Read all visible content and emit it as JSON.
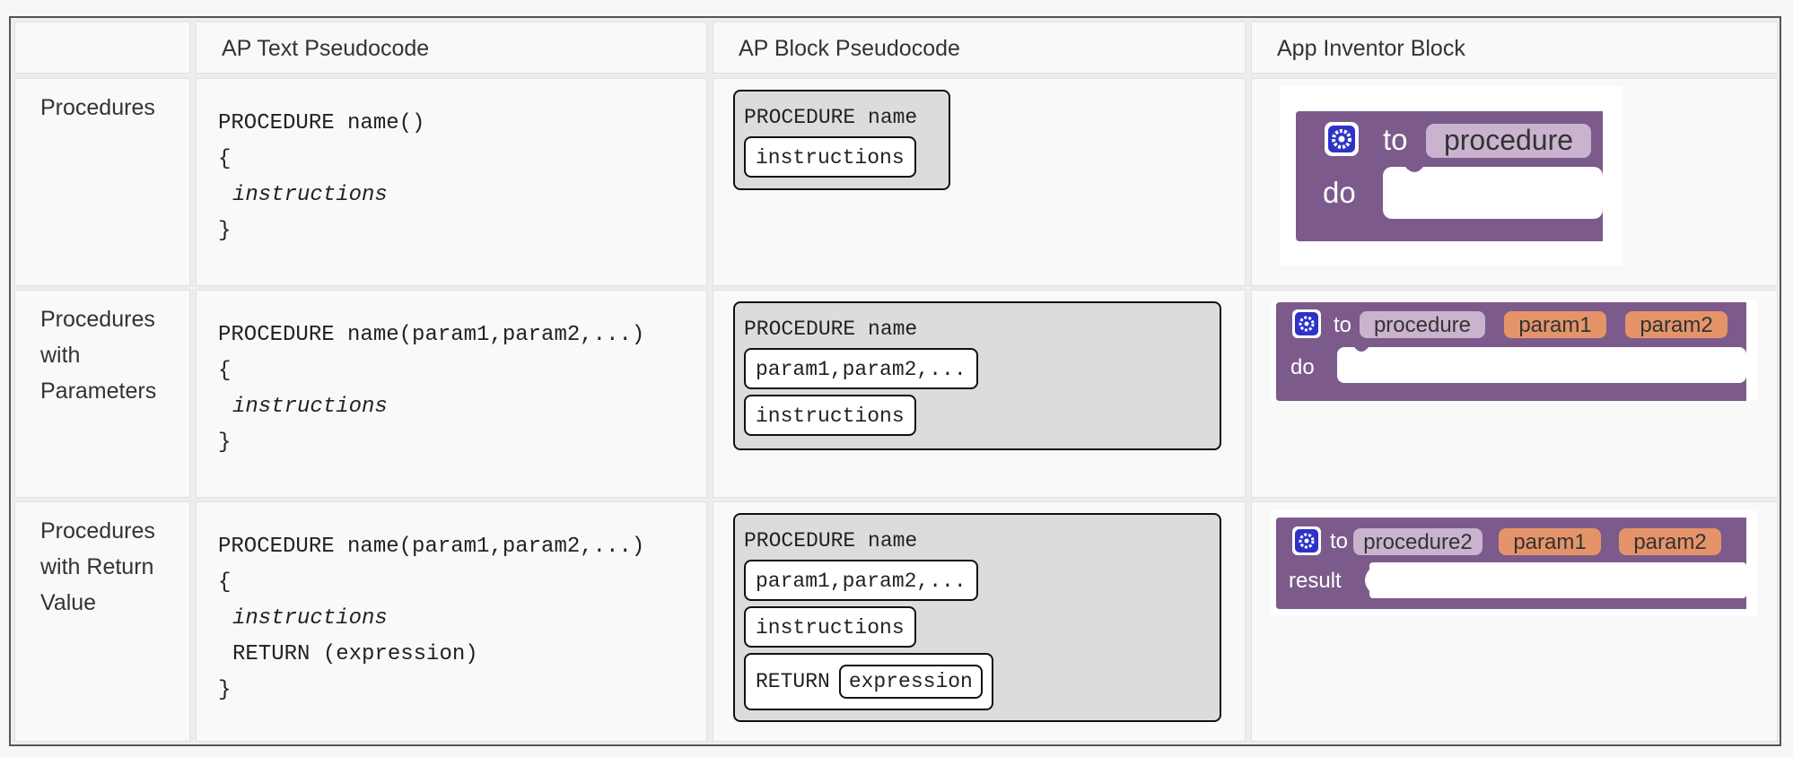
{
  "table": {
    "headers": [
      "",
      "AP Text Pseudocode",
      "AP Block Pseudocode",
      "App Inventor Block"
    ],
    "rows": [
      {
        "label_lines": [
          "Procedures"
        ],
        "text_code": [
          "PROCEDURE name()",
          "{",
          "instructions",
          "}"
        ],
        "block": {
          "head": "PROCEDURE name",
          "params": "",
          "instructions": "instructions",
          "return_kw": "",
          "return_expr": ""
        },
        "ai_block": {
          "header": "to",
          "proc_name": "procedure",
          "params": [],
          "body_label": "do"
        }
      },
      {
        "label_lines": [
          "Procedures",
          "with",
          "Parameters"
        ],
        "text_code": [
          "PROCEDURE name(param1,param2,...)",
          "{",
          "instructions",
          "}"
        ],
        "block": {
          "head": "PROCEDURE name",
          "params": "param1,param2,...",
          "instructions": "instructions",
          "return_kw": "",
          "return_expr": ""
        },
        "ai_block": {
          "header": "to",
          "proc_name": "procedure",
          "params": [
            "param1",
            "param2"
          ],
          "body_label": "do"
        }
      },
      {
        "label_lines": [
          "Procedures",
          "with Return",
          "Value"
        ],
        "text_code": [
          "PROCEDURE name(param1,param2,...)",
          "{",
          "instructions",
          "RETURN (expression)",
          "}"
        ],
        "block": {
          "head": "PROCEDURE name",
          "params": "param1,param2,...",
          "instructions": "instructions",
          "return_kw": "RETURN",
          "return_expr": "expression"
        },
        "ai_block": {
          "header": "to",
          "proc_name": "procedure2",
          "params": [
            "param1",
            "param2"
          ],
          "body_label": "result"
        }
      }
    ]
  },
  "colors": {
    "ai_block_purple": "#7c5a8b",
    "ai_param_orange": "#e5946a",
    "ai_gear_blue": "#2e33c7",
    "block_gray": "#dcdcdc"
  },
  "icons": [
    "gear-icon"
  ]
}
